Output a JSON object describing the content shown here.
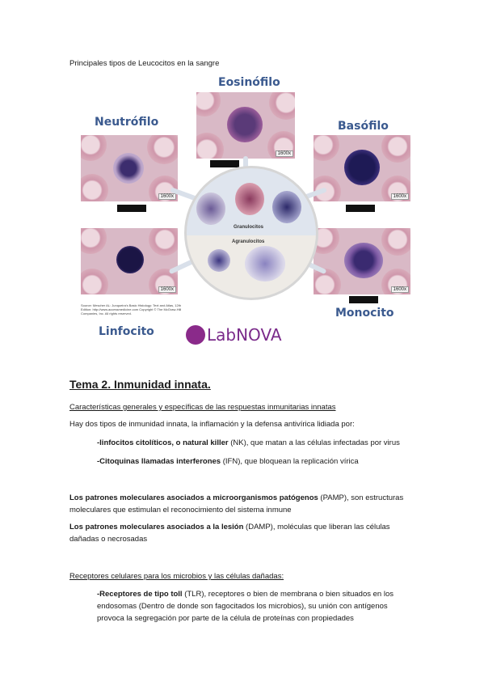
{
  "caption": "Principales tipos de Leucocitos en la sangre",
  "figure": {
    "labels": {
      "eosinofilo": "Eosinófilo",
      "neutrofilo": "Neutrófilo",
      "basofilo": "Basófilo",
      "linfocito": "Linfocito",
      "monocito": "Monocito"
    },
    "magnification": "1600x",
    "granulocitos": "Granulocitos",
    "agranulocitos": "Agranulocitos",
    "source_text": "Source: Mescher AL: Junqueira's Basic Histology: Text and Atlas, 12th Edition: http://www.accessmedicine.com Copyright © The McGraw-Hill Companies, Inc. All rights reserved.",
    "logo": "LabNOVA"
  },
  "heading": "Tema 2. Inmunidad innata.",
  "section1_title": "Características generales y específicas de las respuestas inmunitarias innatas",
  "intro": "Hay dos tipos de inmunidad innata, la inflamación y la defensa antivírica lidiada por:",
  "item1_bold": "-linfocitos citolíticos, o natural killer",
  "item1_abbr": " (NK)",
  "item1_rest": ", que matan a las células infectadas por virus",
  "item2_bold": "-Citoquinas llamadas interferones",
  "item2_abbr": " (IFN)",
  "item2_rest": ", que bloquean la replicación vírica",
  "pamp_bold": "Los patrones moleculares asociados a microorganismos patógenos",
  "pamp_abbr": " (PAMP)",
  "pamp_rest": ", son estructuras moleculares que estimulan el reconocimiento del sistema inmune",
  "damp_bold": "Los patrones moleculares asociados a la lesión",
  "damp_abbr": " (DAMP)",
  "damp_rest": ", moléculas que liberan las células dañadas o necrosadas",
  "section2_title": "Receptores celulares para los microbios y las células dañadas:",
  "tlr_bold": "-Receptores de tipo toll",
  "tlr_abbr": " (TLR)",
  "tlr_rest": ", receptores o bien de membrana o bien situados en los endosomas (Dentro de donde son fagocitados los microbios), su unión con antígenos provoca la segregación por parte de la célula de proteínas con propiedades"
}
